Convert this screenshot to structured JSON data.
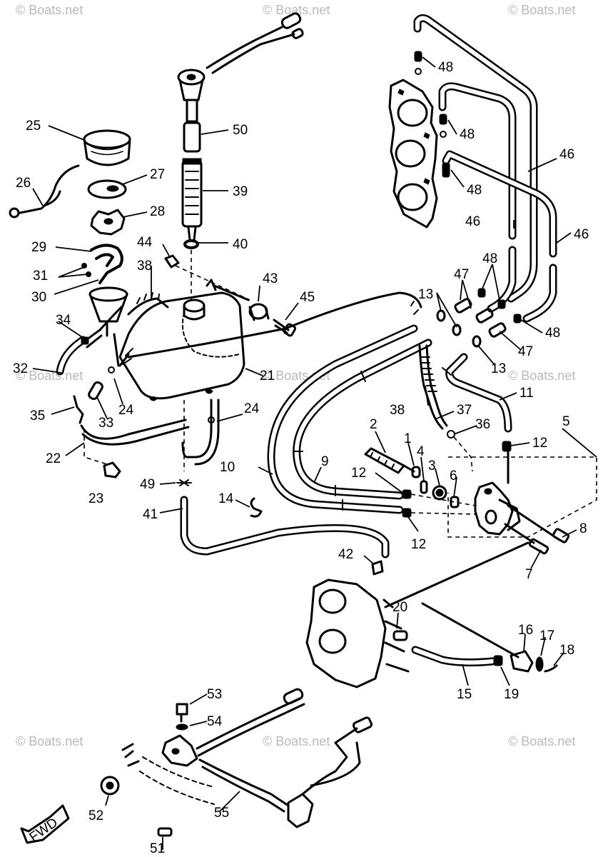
{
  "watermark": "© Boats.net",
  "fwd_label": "FWD",
  "callouts": [
    {
      "id": "1",
      "num": "1"
    },
    {
      "id": "2",
      "num": "2"
    },
    {
      "id": "3",
      "num": "3"
    },
    {
      "id": "4",
      "num": "4"
    },
    {
      "id": "5",
      "num": "5"
    },
    {
      "id": "6",
      "num": "6"
    },
    {
      "id": "7",
      "num": "7"
    },
    {
      "id": "8",
      "num": "8"
    },
    {
      "id": "9",
      "num": "9"
    },
    {
      "id": "10",
      "num": "10"
    },
    {
      "id": "11",
      "num": "11"
    },
    {
      "id": "12a",
      "num": "12"
    },
    {
      "id": "12b",
      "num": "12"
    },
    {
      "id": "12c",
      "num": "12"
    },
    {
      "id": "13a",
      "num": "13"
    },
    {
      "id": "13b",
      "num": "13"
    },
    {
      "id": "14",
      "num": "14"
    },
    {
      "id": "15",
      "num": "15"
    },
    {
      "id": "16",
      "num": "16"
    },
    {
      "id": "17",
      "num": "17"
    },
    {
      "id": "18",
      "num": "18"
    },
    {
      "id": "19",
      "num": "19"
    },
    {
      "id": "20",
      "num": "20"
    },
    {
      "id": "21",
      "num": "21"
    },
    {
      "id": "22",
      "num": "22"
    },
    {
      "id": "23",
      "num": "23"
    },
    {
      "id": "24a",
      "num": "24"
    },
    {
      "id": "24b",
      "num": "24"
    },
    {
      "id": "25",
      "num": "25"
    },
    {
      "id": "26",
      "num": "26"
    },
    {
      "id": "27",
      "num": "27"
    },
    {
      "id": "28",
      "num": "28"
    },
    {
      "id": "29",
      "num": "29"
    },
    {
      "id": "30",
      "num": "30"
    },
    {
      "id": "31",
      "num": "31"
    },
    {
      "id": "32",
      "num": "32"
    },
    {
      "id": "33",
      "num": "33"
    },
    {
      "id": "34",
      "num": "34"
    },
    {
      "id": "35",
      "num": "35"
    },
    {
      "id": "36",
      "num": "36"
    },
    {
      "id": "37",
      "num": "37"
    },
    {
      "id": "38a",
      "num": "38"
    },
    {
      "id": "38b",
      "num": "38"
    },
    {
      "id": "39",
      "num": "39"
    },
    {
      "id": "40",
      "num": "40"
    },
    {
      "id": "41",
      "num": "41"
    },
    {
      "id": "42",
      "num": "42"
    },
    {
      "id": "43",
      "num": "43"
    },
    {
      "id": "44",
      "num": "44"
    },
    {
      "id": "45",
      "num": "45"
    },
    {
      "id": "46a",
      "num": "46"
    },
    {
      "id": "46b",
      "num": "46"
    },
    {
      "id": "46c",
      "num": "46"
    },
    {
      "id": "47a",
      "num": "47"
    },
    {
      "id": "47b",
      "num": "47"
    },
    {
      "id": "48a",
      "num": "48"
    },
    {
      "id": "48b",
      "num": "48"
    },
    {
      "id": "48c",
      "num": "48"
    },
    {
      "id": "48d",
      "num": "48"
    },
    {
      "id": "48e",
      "num": "48"
    },
    {
      "id": "49",
      "num": "49"
    },
    {
      "id": "50",
      "num": "50"
    },
    {
      "id": "51",
      "num": "51"
    },
    {
      "id": "52",
      "num": "52"
    },
    {
      "id": "53",
      "num": "53"
    },
    {
      "id": "54",
      "num": "54"
    },
    {
      "id": "55",
      "num": "55"
    }
  ]
}
